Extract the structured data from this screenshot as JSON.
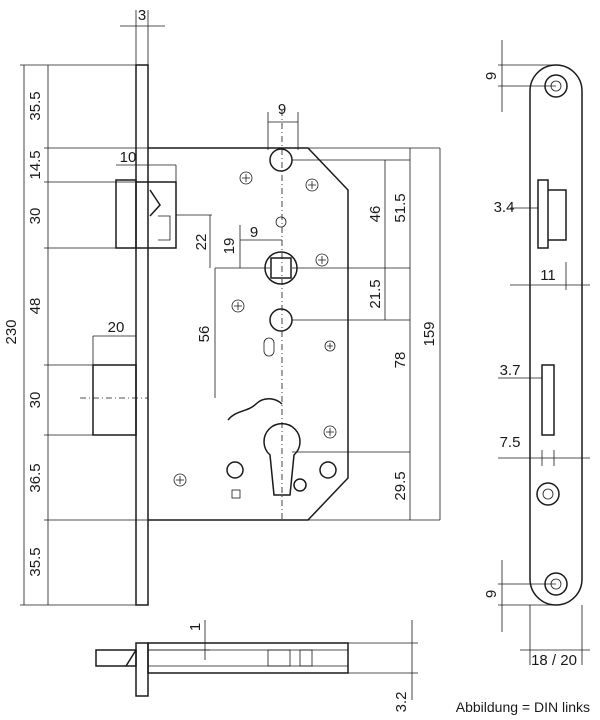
{
  "caption": "Abbildung = DIN links",
  "dimensions": {
    "d3": "3",
    "d35_5_top": "35.5",
    "d14_5": "14.5",
    "d10": "10",
    "d30_top": "30",
    "d230": "230",
    "d48": "48",
    "d20": "20",
    "d30_bottom": "30",
    "d36_5": "36.5",
    "d35_5_bottom": "35.5",
    "d9_top": "9",
    "d22": "22",
    "d19": "19",
    "d9_mid": "9",
    "d56": "56",
    "d46": "46",
    "d51_5": "51.5",
    "d21_5": "21.5",
    "d78": "78",
    "d159": "159",
    "d29_5": "29.5",
    "d9_right_top": "9",
    "d3_4": "3.4",
    "d11": "11",
    "d3_7": "3.7",
    "d7_5": "7.5",
    "d9_right_bottom": "9",
    "d18_20": "18 / 20",
    "d1": "1",
    "d3_2": "3.2"
  }
}
